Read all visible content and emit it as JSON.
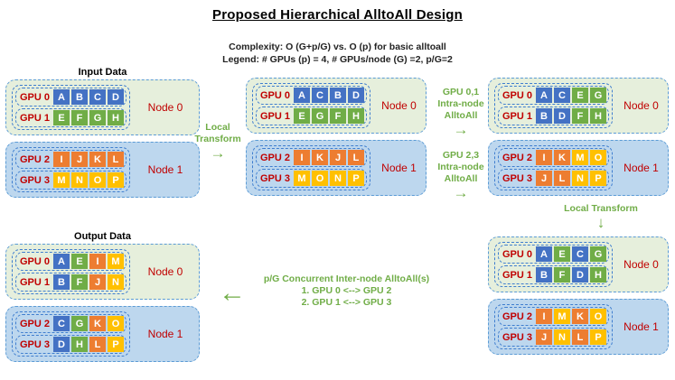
{
  "header": {
    "title": "Proposed Hierarchical AlltoAll Design",
    "complexity": "Complexity: O (G+p/G) vs. O (p) for basic alltoall",
    "legend": "Legend: # GPUs (p) = 4, # GPUs/node (G) =2, p/G=2"
  },
  "colors": {
    "blue": "#4472C4",
    "green": "#70AD47",
    "orange": "#ED7D31",
    "yellow": "#FFC000",
    "node0_fill": "#E6EFDC",
    "node1_fill": "#BDD7EE",
    "gpu_label": "#C00000",
    "annotation": "#70AD47",
    "border": "#5B9BD5"
  },
  "captions": {
    "input": "Input Data",
    "output": "Output Data"
  },
  "node_names": {
    "node0": "Node 0",
    "node1": "Node 1"
  },
  "gpu_labels": {
    "g0": "GPU 0",
    "g1": "GPU 1",
    "g2": "GPU 2",
    "g3": "GPU 3"
  },
  "annotations": {
    "local_transform_1": {
      "text": "Local\nTransform",
      "line1": "Local",
      "line2": "Transform",
      "arrow": "→"
    },
    "intra_node_01": {
      "line1": "GPU 0,1",
      "line2": "Intra-node",
      "line3": "AlltoAll",
      "arrow": "→"
    },
    "intra_node_23": {
      "line1": "GPU 2,3",
      "line2": "Intra-node",
      "line3": "AlltoAll",
      "arrow": "→"
    },
    "local_transform_2": {
      "text": "Local Transform",
      "arrow": "↓"
    },
    "inter_node": {
      "line1": "p/G Concurrent Inter-node AlltoAll(s)",
      "line2": "1. GPU 0 <--> GPU 2",
      "line3": "2. GPU 1 <--> GPU 3",
      "arrow": "←"
    }
  },
  "stages": {
    "input": {
      "node0": [
        {
          "gpu": "GPU 0",
          "cells": [
            {
              "t": "A",
              "c": "blue"
            },
            {
              "t": "B",
              "c": "blue"
            },
            {
              "t": "C",
              "c": "blue"
            },
            {
              "t": "D",
              "c": "blue"
            }
          ]
        },
        {
          "gpu": "GPU 1",
          "cells": [
            {
              "t": "E",
              "c": "green"
            },
            {
              "t": "F",
              "c": "green"
            },
            {
              "t": "G",
              "c": "green"
            },
            {
              "t": "H",
              "c": "green"
            }
          ]
        }
      ],
      "node1": [
        {
          "gpu": "GPU 2",
          "cells": [
            {
              "t": "I",
              "c": "orange"
            },
            {
              "t": "J",
              "c": "orange"
            },
            {
              "t": "K",
              "c": "orange"
            },
            {
              "t": "L",
              "c": "orange"
            }
          ]
        },
        {
          "gpu": "GPU 3",
          "cells": [
            {
              "t": "M",
              "c": "yellow"
            },
            {
              "t": "N",
              "c": "yellow"
            },
            {
              "t": "O",
              "c": "yellow"
            },
            {
              "t": "P",
              "c": "yellow"
            }
          ]
        }
      ]
    },
    "after_local_transform": {
      "node0": [
        {
          "gpu": "GPU 0",
          "cells": [
            {
              "t": "A",
              "c": "blue"
            },
            {
              "t": "C",
              "c": "blue"
            },
            {
              "t": "B",
              "c": "blue"
            },
            {
              "t": "D",
              "c": "blue"
            }
          ]
        },
        {
          "gpu": "GPU 1",
          "cells": [
            {
              "t": "E",
              "c": "green"
            },
            {
              "t": "G",
              "c": "green"
            },
            {
              "t": "F",
              "c": "green"
            },
            {
              "t": "H",
              "c": "green"
            }
          ]
        }
      ],
      "node1": [
        {
          "gpu": "GPU 2",
          "cells": [
            {
              "t": "I",
              "c": "orange"
            },
            {
              "t": "K",
              "c": "orange"
            },
            {
              "t": "J",
              "c": "orange"
            },
            {
              "t": "L",
              "c": "orange"
            }
          ]
        },
        {
          "gpu": "GPU 3",
          "cells": [
            {
              "t": "M",
              "c": "yellow"
            },
            {
              "t": "O",
              "c": "yellow"
            },
            {
              "t": "N",
              "c": "yellow"
            },
            {
              "t": "P",
              "c": "yellow"
            }
          ]
        }
      ]
    },
    "after_intra_node": {
      "node0": [
        {
          "gpu": "GPU 0",
          "cells": [
            {
              "t": "A",
              "c": "blue"
            },
            {
              "t": "C",
              "c": "blue"
            },
            {
              "t": "E",
              "c": "green"
            },
            {
              "t": "G",
              "c": "green"
            }
          ]
        },
        {
          "gpu": "GPU 1",
          "cells": [
            {
              "t": "B",
              "c": "blue"
            },
            {
              "t": "D",
              "c": "blue"
            },
            {
              "t": "F",
              "c": "green"
            },
            {
              "t": "H",
              "c": "green"
            }
          ]
        }
      ],
      "node1": [
        {
          "gpu": "GPU 2",
          "cells": [
            {
              "t": "I",
              "c": "orange"
            },
            {
              "t": "K",
              "c": "orange"
            },
            {
              "t": "M",
              "c": "yellow"
            },
            {
              "t": "O",
              "c": "yellow"
            }
          ]
        },
        {
          "gpu": "GPU 3",
          "cells": [
            {
              "t": "J",
              "c": "orange"
            },
            {
              "t": "L",
              "c": "orange"
            },
            {
              "t": "N",
              "c": "yellow"
            },
            {
              "t": "P",
              "c": "yellow"
            }
          ]
        }
      ]
    },
    "after_local_transform_2": {
      "node0": [
        {
          "gpu": "GPU 0",
          "cells": [
            {
              "t": "A",
              "c": "blue"
            },
            {
              "t": "E",
              "c": "green"
            },
            {
              "t": "C",
              "c": "blue"
            },
            {
              "t": "G",
              "c": "green"
            }
          ]
        },
        {
          "gpu": "GPU 1",
          "cells": [
            {
              "t": "B",
              "c": "blue"
            },
            {
              "t": "F",
              "c": "green"
            },
            {
              "t": "D",
              "c": "blue"
            },
            {
              "t": "H",
              "c": "green"
            }
          ]
        }
      ],
      "node1": [
        {
          "gpu": "GPU 2",
          "cells": [
            {
              "t": "I",
              "c": "orange"
            },
            {
              "t": "M",
              "c": "yellow"
            },
            {
              "t": "K",
              "c": "orange"
            },
            {
              "t": "O",
              "c": "yellow"
            }
          ]
        },
        {
          "gpu": "GPU 3",
          "cells": [
            {
              "t": "J",
              "c": "orange"
            },
            {
              "t": "N",
              "c": "yellow"
            },
            {
              "t": "L",
              "c": "orange"
            },
            {
              "t": "P",
              "c": "yellow"
            }
          ]
        }
      ]
    },
    "output": {
      "node0": [
        {
          "gpu": "GPU 0",
          "cells": [
            {
              "t": "A",
              "c": "blue"
            },
            {
              "t": "E",
              "c": "green"
            },
            {
              "t": "I",
              "c": "orange"
            },
            {
              "t": "M",
              "c": "yellow"
            }
          ]
        },
        {
          "gpu": "GPU 1",
          "cells": [
            {
              "t": "B",
              "c": "blue"
            },
            {
              "t": "F",
              "c": "green"
            },
            {
              "t": "J",
              "c": "orange"
            },
            {
              "t": "N",
              "c": "yellow"
            }
          ]
        }
      ],
      "node1": [
        {
          "gpu": "GPU 2",
          "cells": [
            {
              "t": "C",
              "c": "blue"
            },
            {
              "t": "G",
              "c": "green"
            },
            {
              "t": "K",
              "c": "orange"
            },
            {
              "t": "O",
              "c": "yellow"
            }
          ]
        },
        {
          "gpu": "GPU 3",
          "cells": [
            {
              "t": "D",
              "c": "blue"
            },
            {
              "t": "H",
              "c": "green"
            },
            {
              "t": "L",
              "c": "orange"
            },
            {
              "t": "P",
              "c": "yellow"
            }
          ]
        }
      ]
    }
  }
}
